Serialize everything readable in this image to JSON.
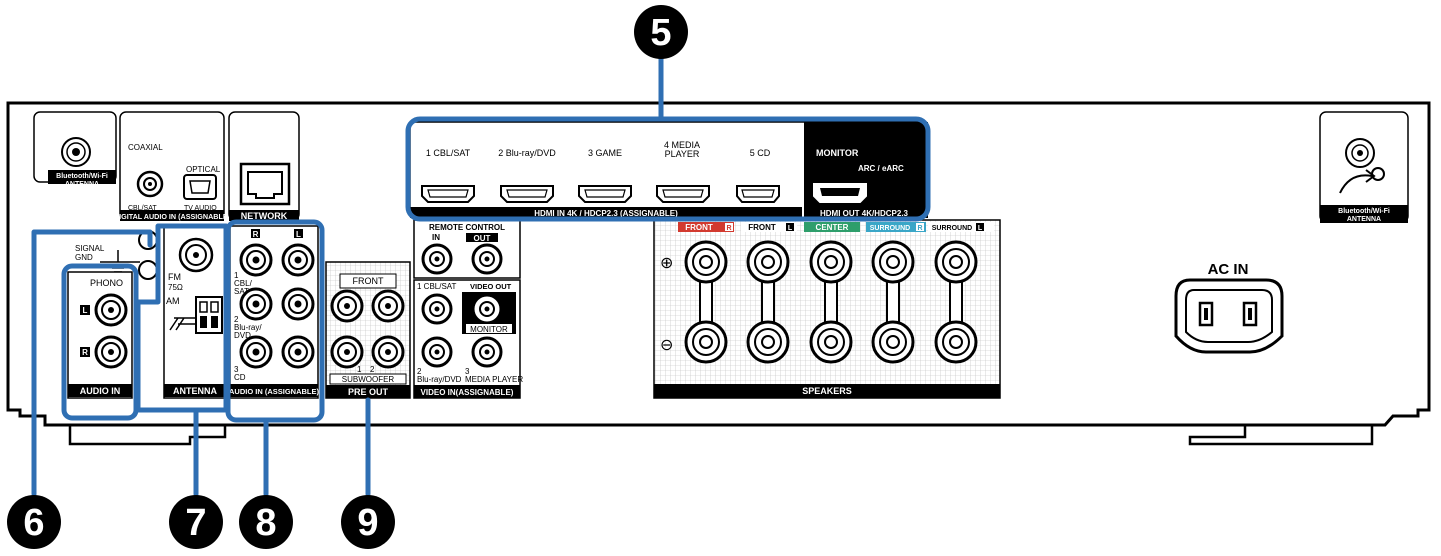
{
  "callouts": {
    "c5": "5",
    "c6": "6",
    "c7": "7",
    "c8": "8",
    "c9": "9"
  },
  "antenna_left": {
    "label1": "Bluetooth/Wi-Fi",
    "label2": "ANTENNA"
  },
  "antenna_right": {
    "label1": "Bluetooth/Wi-Fi",
    "label2": "ANTENNA"
  },
  "digital_audio": {
    "coaxial": "COAXIAL",
    "optical": "OPTICAL",
    "cbl_sat": "CBL/SAT",
    "tv_audio": "TV AUDIO",
    "section": "DIGITAL AUDIO IN (ASSIGNABLE)"
  },
  "network": {
    "label": "NETWORK"
  },
  "hdmi": {
    "inputs": [
      "1 CBL/SAT",
      "2 Blu-ray/DVD",
      "3 GAME",
      "4 MEDIA",
      "5 CD"
    ],
    "input4_line2": "PLAYER",
    "monitor": "MONITOR",
    "arc": "ARC / eARC",
    "in_label": "HDMI IN  4K / HDCP2.3 (ASSIGNABLE)",
    "out_label": "HDMI OUT 4K/HDCP2.3"
  },
  "signal_gnd": {
    "line1": "SIGNAL",
    "line2": "GND"
  },
  "audio_in": {
    "phono": "PHONO",
    "l": "L",
    "r": "R",
    "section": "AUDIO IN"
  },
  "antenna": {
    "fm": "FM",
    "fm_ohm": "75Ω",
    "am": "AM",
    "section": "ANTENNA"
  },
  "audio_in_assignable": {
    "r": "R",
    "l": "L",
    "src1a": "1",
    "src1b": "CBL/",
    "src1c": "SAT",
    "src2a": "2",
    "src2b": "Blu-ray/",
    "src2c": "DVD",
    "src3a": "3",
    "src3b": "CD",
    "section": "AUDIO IN (ASSIGNABLE)"
  },
  "pre_out": {
    "front": "FRONT",
    "subwoofer": "SUBWOOFER",
    "sw1": "1",
    "sw2": "2",
    "section": "PRE OUT"
  },
  "remote": {
    "title": "REMOTE CONTROL",
    "in": "IN",
    "out": "OUT"
  },
  "video": {
    "in1": "1 CBL/SAT",
    "video_out": "VIDEO OUT",
    "monitor": "MONITOR",
    "in2a": "2",
    "in2b": "Blu-ray/DVD",
    "in3a": "3",
    "in3b": "MEDIA PLAYER",
    "section": "VIDEO IN(ASSIGNABLE)"
  },
  "speakers": {
    "front_r": "FRONT",
    "front_l": "FRONT",
    "center": "CENTER",
    "surround_r": "SURROUND",
    "surround_l": "SURROUND",
    "r": "R",
    "l": "L",
    "plus": "⊕",
    "minus": "⊖",
    "section": "SPEAKERS"
  },
  "ac_in": {
    "label": "AC IN"
  },
  "colors": {
    "highlight": "#2f6fb3",
    "callout": "#000000",
    "front_r": "#d23a2f",
    "center": "#2e9e6b",
    "surround": "#3aa6c7"
  }
}
